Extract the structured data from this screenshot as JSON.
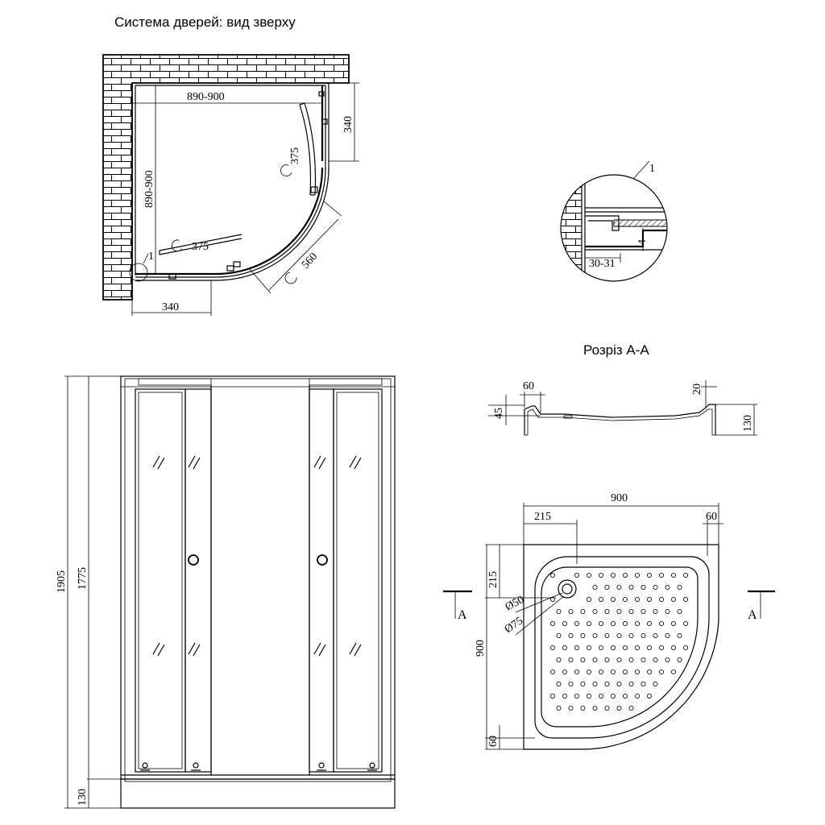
{
  "titles": {
    "top_view": "Система дверей: вид зверху",
    "section": "Розріз А-А"
  },
  "top_view": {
    "width": "890-900",
    "depth": "890-900",
    "side_right": "340",
    "side_bottom": "340",
    "radius_upper": "375",
    "radius_lower": "375",
    "door_opening": "560",
    "callout": "1"
  },
  "detail": {
    "callout": "1",
    "height": "4",
    "width": "30-31"
  },
  "front_view": {
    "total_height": "1905",
    "door_height": "1775",
    "tray_height": "130"
  },
  "section_view": {
    "rim": "60",
    "depth": "45",
    "edge": "20",
    "height": "130"
  },
  "tray_view": {
    "width": "900",
    "drain_offset_x": "215",
    "rim_right": "60",
    "drain_offset_y": "215",
    "depth": "900",
    "rim_bottom": "60",
    "drain_inner": "Ø50",
    "drain_outer": "Ø75",
    "cut_left": "A",
    "cut_right": "A"
  }
}
